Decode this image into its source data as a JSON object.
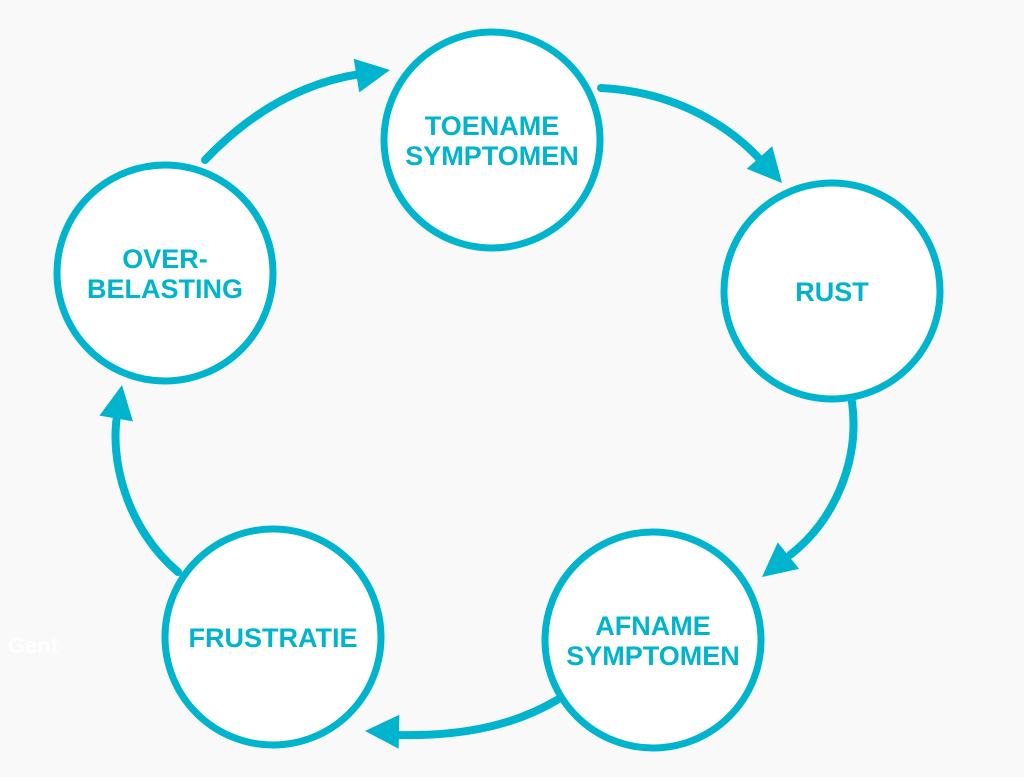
{
  "diagram": {
    "type": "cycle",
    "accent_color": "#00b4ce",
    "background_color": "#f9f9f9",
    "direction": "clockwise",
    "nodes": [
      {
        "id": "toename",
        "lines": [
          "TOENAME",
          "SYMPTOMEN"
        ]
      },
      {
        "id": "rust",
        "lines": [
          "RUST"
        ]
      },
      {
        "id": "afname",
        "lines": [
          "AFNAME",
          "SYMPTOMEN"
        ]
      },
      {
        "id": "frustratie",
        "lines": [
          "FRUSTRATIE"
        ]
      },
      {
        "id": "overbelasting",
        "lines": [
          "OVER-",
          "BELASTING"
        ]
      }
    ],
    "edges": [
      {
        "from": "toename",
        "to": "rust"
      },
      {
        "from": "rust",
        "to": "afname"
      },
      {
        "from": "afname",
        "to": "frustratie"
      },
      {
        "from": "frustratie",
        "to": "overbelasting"
      },
      {
        "from": "overbelasting",
        "to": "toename"
      }
    ]
  },
  "watermark": {
    "text": "Gent"
  }
}
